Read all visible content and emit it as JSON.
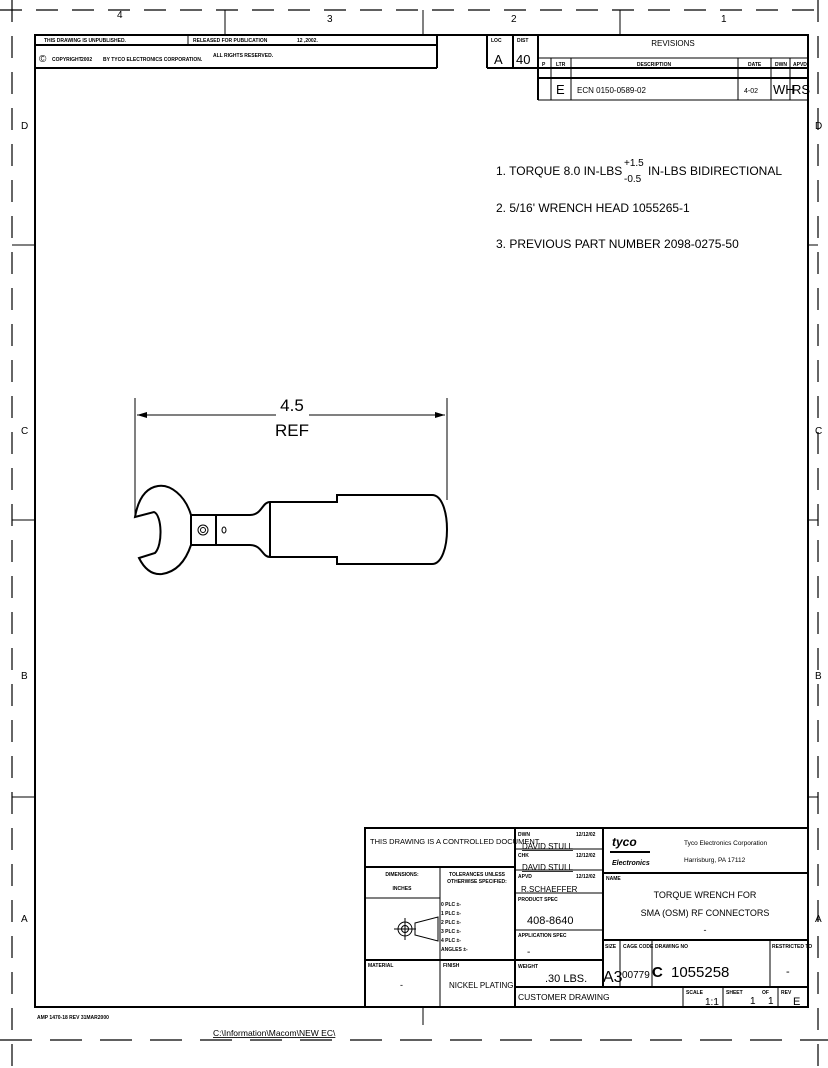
{
  "zones": {
    "columns": [
      "4",
      "3",
      "2",
      "1"
    ],
    "rows": [
      "D",
      "C",
      "B",
      "A"
    ]
  },
  "top_strip": {
    "unpublished": "THIS DRAWING IS UNPUBLISHED.",
    "released": "RELEASED FOR PUBLICATION",
    "release_date": "12 ,2002.",
    "copyright_symbol": "©",
    "copyright": "COPYRIGHT",
    "year": "2002",
    "by": "BY TYCO ELECTRONICS CORPORATION.",
    "rights": "ALL RIGHTS RESERVED."
  },
  "revisions": {
    "loc_label": "LOC",
    "loc": "A",
    "dist_label": "DIST",
    "dist": "40",
    "title": "REVISIONS",
    "headers": [
      "P",
      "LTR",
      "DESCRIPTION",
      "DATE",
      "DWN",
      "APVD"
    ],
    "rows": [
      {
        "p": "",
        "ltr": "E",
        "description": "ECN 0150-0589-02",
        "date": "4-02",
        "dwn": "WH",
        "apvd": "RS"
      }
    ]
  },
  "notes": {
    "n1_pre": "1.  TORQUE 8.0 IN-LBS",
    "n1_plus": "+1.5",
    "n1_minus": "-0.5",
    "n1_post": "IN-LBS BIDIRECTIONAL",
    "n2": "2. 5/16' WRENCH HEAD 1055265-1",
    "n3": "3. PREVIOUS PART NUMBER 2098-0275-50"
  },
  "dimension": {
    "value": "4.5",
    "ref": "REF"
  },
  "title_block": {
    "controlled": "THIS DRAWING IS A CONTROLLED DOCUMENT.",
    "dimensions_label": "DIMENSIONS:",
    "dimensions_unit": "INCHES",
    "tolerances_label1": "TOLERANCES UNLESS",
    "tolerances_label2": "OTHERWISE SPECIFIED:",
    "tolerances": [
      "0 PLC   ±-",
      "1 PLC   ±-",
      "2 PLC   ±-",
      "3 PLC   ±-",
      "4 PLC   ±-",
      "ANGLES        ±-"
    ],
    "material_label": "MATERIAL",
    "material": "-",
    "finish_label": "FINISH",
    "finish": "NICKEL PLATING",
    "dwn_label": "DWN",
    "dwn": "DAVID STULL",
    "dwn_date": "12/12/02",
    "chk_label": "CHK",
    "chk": "DAVID STULL",
    "chk_date": "12/12/02",
    "apvd_label": "APVD",
    "apvd": "R.SCHAEFFER",
    "apvd_date": "12/12/02",
    "product_spec_label": "PRODUCT SPEC",
    "product_spec": "408-8640",
    "application_spec_label": "APPLICATION SPEC",
    "application_spec": "-",
    "weight_label": "WEIGHT",
    "weight": ".30 LBS.",
    "customer_drawing": "CUSTOMER DRAWING",
    "logo_top": "tyco",
    "logo_bottom": "Electronics",
    "company": "Tyco Electronics Corporation",
    "address": "Harrisburg, PA  17112",
    "name_label": "NAME",
    "name_line1": "TORQUE WRENCH FOR",
    "name_line2": "SMA (OSM) RF CONNECTORS",
    "name_line3": "-",
    "size_label": "SIZE",
    "size": "A3",
    "cage_label": "CAGE CODE",
    "cage": "00779",
    "drawing_no_label": "DRAWING NO",
    "drawing_prefix": "C",
    "drawing_no": "1055258",
    "restricted_label": "RESTRICTED TO",
    "restricted": "-",
    "scale_label": "SCALE",
    "scale": "1:1",
    "sheet_label": "SHEET",
    "sheet": "1",
    "of_label": "OF",
    "of": "1",
    "rev_label": "REV",
    "rev": "E"
  },
  "footer": {
    "form": "AMP 1470-18 REV 31MAR2000",
    "path": "C:\\Information\\Macom\\NEW EC\\"
  }
}
